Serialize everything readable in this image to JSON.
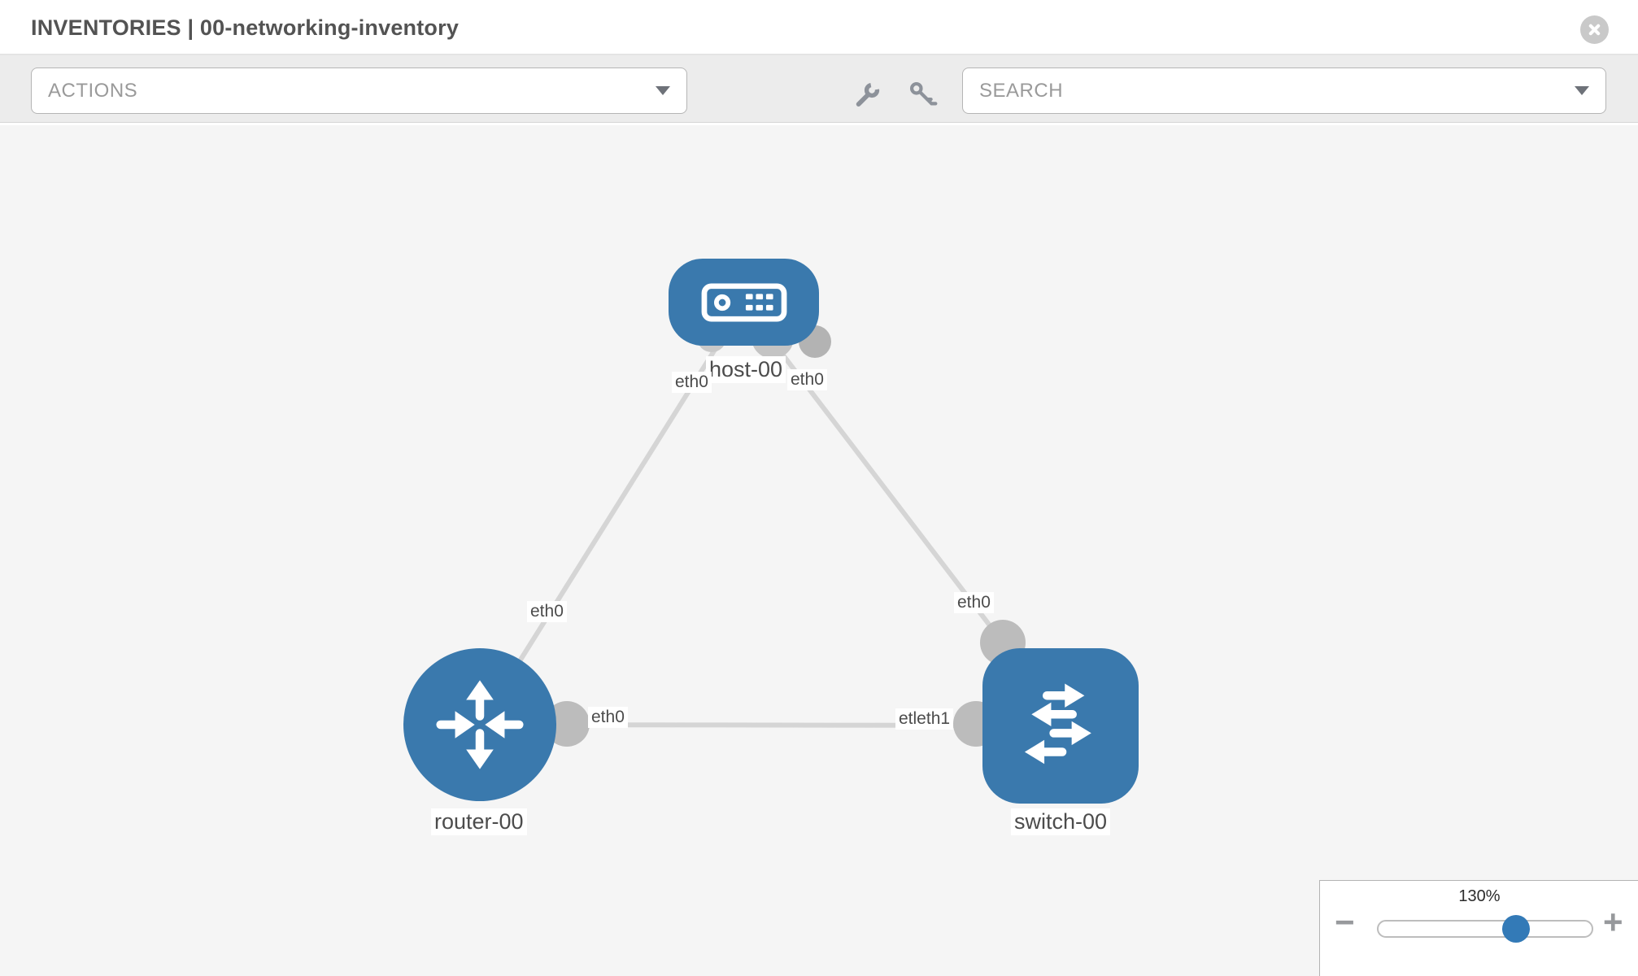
{
  "header": {
    "title": "INVENTORIES | 00-networking-inventory"
  },
  "toolbar": {
    "actions": {
      "label": "ACTIONS"
    },
    "search": {
      "label": "SEARCH"
    },
    "icons": {
      "left": "wrench",
      "right": "key"
    }
  },
  "topology": {
    "nodes": [
      {
        "label": "host-00",
        "type": "host"
      },
      {
        "label": "router-00",
        "type": "router"
      },
      {
        "label": "switch-00",
        "type": "switch"
      }
    ],
    "links": [
      {
        "from": "router-00",
        "to": "host-00"
      },
      {
        "from": "host-00",
        "to": "switch-00"
      },
      {
        "from": "router-00",
        "to": "switch-00"
      }
    ],
    "interface_labels": {
      "host_left": "eth0",
      "host_right": "eth0",
      "router_host_link": "eth0",
      "host_switch_link": "eth0",
      "router_right": "eth0",
      "switch_left_overlap": "etleth1"
    }
  },
  "zoom_control": {
    "value": "130%",
    "minus_label": "−",
    "plus_label": "+"
  },
  "colors": {
    "node_blue": "#3a79ad",
    "link_gray": "#d5d5d5",
    "port_gray": "#bcbcbc",
    "thumb_blue": "#337ab7",
    "toolbar_bg": "#ececec",
    "canvas_bg": "#f5f5f5"
  }
}
